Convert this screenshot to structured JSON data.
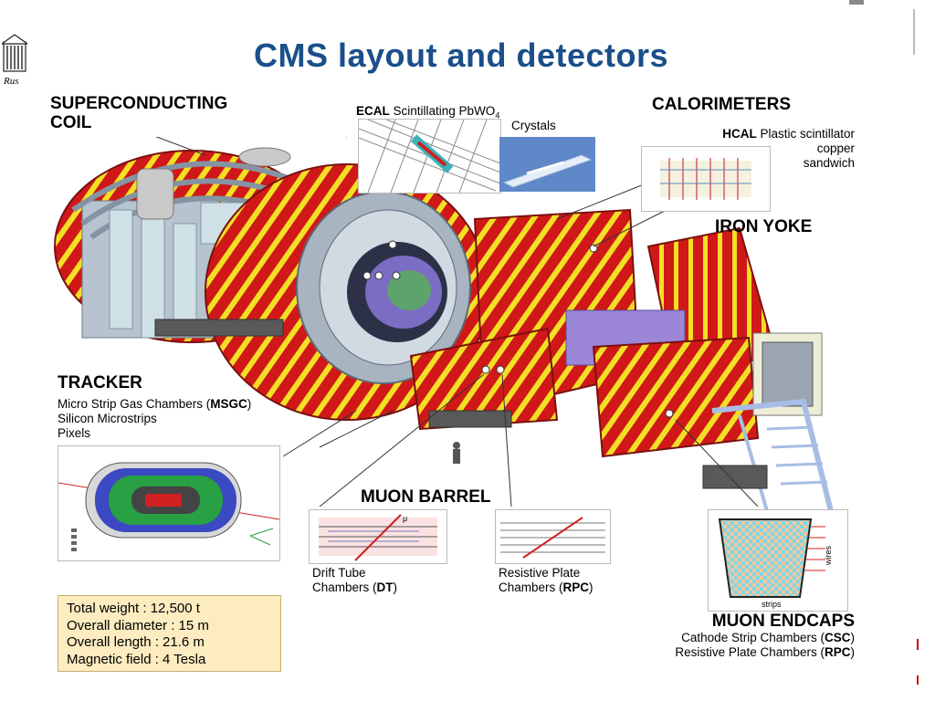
{
  "title": "CMS layout and detectors",
  "logo": {
    "caption": "Rus"
  },
  "labels": {
    "coil": [
      "SUPERCONDUCTING",
      "COIL"
    ],
    "ecal": {
      "abbr": "ECAL",
      "text1": "Scintillating PbWO",
      "sub": "4",
      "text2": "Crystals"
    },
    "calorimeters": "CALORIMETERS",
    "hcal": {
      "abbr": "HCAL",
      "text1": "Plastic scintillator",
      "text2": "copper",
      "text3": "sandwich"
    },
    "iron_yoke": "IRON YOKE",
    "tracker": {
      "heading": "TRACKER",
      "line1_pre": "Micro Strip Gas Chambers (",
      "line1_abbr": "MSGC",
      "line1_post": ")",
      "line2": "Silicon Microstrips",
      "line3": "Pixels"
    },
    "muon_barrel": "MUON BARREL",
    "dt": {
      "line1": "Drift Tube",
      "line2_pre": "Chambers (",
      "abbr": "DT",
      "line2_post": ")"
    },
    "rpc_barrel": {
      "line1": "Resistive Plate",
      "line2_pre": "Chambers (",
      "abbr": "RPC",
      "line2_post": ")"
    },
    "muon_endcaps": {
      "heading": "MUON ENDCAPS",
      "line1_pre": "Cathode Strip Chambers (",
      "line1_abbr": "CSC",
      "line1_post": ")",
      "line2_pre": "Resistive Plate Chambers (",
      "line2_abbr": "RPC",
      "line2_post": ")"
    },
    "csc_inset": {
      "wires": "wires",
      "strips": "strips"
    },
    "dt_inset": {
      "mu": "μ"
    }
  },
  "specs": [
    "Total weight : 12,500 t",
    "Overall diameter : 15 m",
    "Overall length : 21.6 m",
    "Magnetic field : 4 Tesla"
  ],
  "colors": {
    "title": "#1a4f8a",
    "yoke_red": "#d01818",
    "yoke_yellow": "#f2e024",
    "coil_steel": "#9aa7b7",
    "spec_bg": "#fcecc0"
  }
}
